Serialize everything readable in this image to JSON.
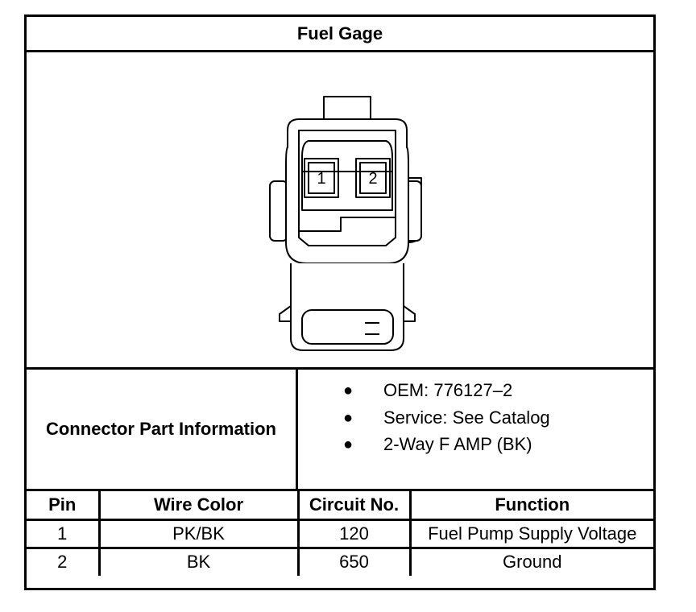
{
  "title": "Fuel Gage",
  "connector": {
    "pin_labels": [
      "1",
      "2"
    ]
  },
  "part_info": {
    "label": "Connector Part Information",
    "items": [
      "OEM: 776127–2",
      "Service: See Catalog",
      "2-Way F AMP (BK)"
    ]
  },
  "pin_table": {
    "headers": [
      "Pin",
      "Wire Color",
      "Circuit No.",
      "Function"
    ],
    "rows": [
      [
        "1",
        "PK/BK",
        "120",
        "Fuel Pump Supply Voltage"
      ],
      [
        "2",
        "BK",
        "650",
        "Ground"
      ]
    ]
  }
}
